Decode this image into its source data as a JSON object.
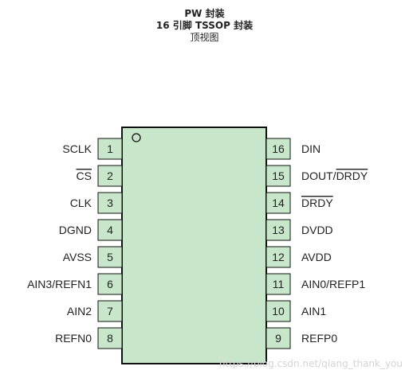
{
  "title": {
    "line1": "PW 封装",
    "line2": "16 引脚 TSSOP 封装",
    "line3": "顶视图"
  },
  "colors": {
    "body_fill": "#c8e6ca",
    "pad_fill": "#c8e6ca",
    "outline": "#111111"
  },
  "left_pins": [
    {
      "num": "1",
      "label": "SCLK",
      "overbar": ""
    },
    {
      "num": "2",
      "label": "",
      "overbar": "CS"
    },
    {
      "num": "3",
      "label": "CLK",
      "overbar": ""
    },
    {
      "num": "4",
      "label": "DGND",
      "overbar": ""
    },
    {
      "num": "5",
      "label": "AVSS",
      "overbar": ""
    },
    {
      "num": "6",
      "label": "AIN3/REFN1",
      "overbar": ""
    },
    {
      "num": "7",
      "label": "AIN2",
      "overbar": ""
    },
    {
      "num": "8",
      "label": "REFN0",
      "overbar": ""
    }
  ],
  "right_pins": [
    {
      "num": "16",
      "label": "DIN",
      "overbar": ""
    },
    {
      "num": "15",
      "label": "DOUT/",
      "overbar": "DRDY"
    },
    {
      "num": "14",
      "label": "",
      "overbar": "DRDY"
    },
    {
      "num": "13",
      "label": "DVDD",
      "overbar": ""
    },
    {
      "num": "12",
      "label": "AVDD",
      "overbar": ""
    },
    {
      "num": "11",
      "label": "AIN0/REFP1",
      "overbar": ""
    },
    {
      "num": "10",
      "label": "AIN1",
      "overbar": ""
    },
    {
      "num": "9",
      "label": "REFP0",
      "overbar": ""
    }
  ],
  "watermark": "https://blog.csdn.net/qiang_thank_you"
}
